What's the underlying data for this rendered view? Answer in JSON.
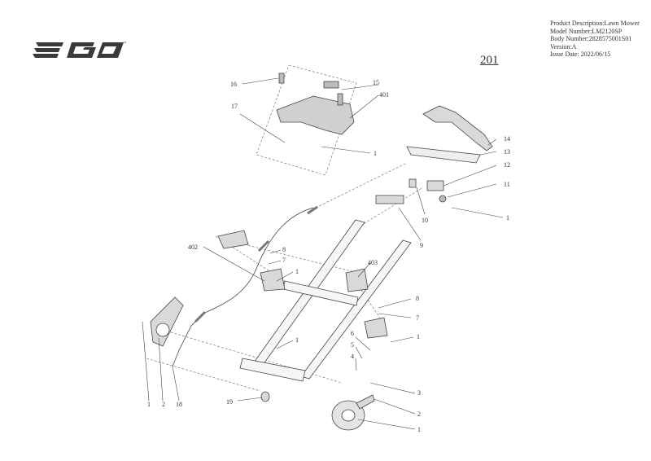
{
  "logo": {
    "text": "EGO",
    "trademark": "™"
  },
  "meta": {
    "product_description": "Product Description:Lawn Mower",
    "model_number": "Model Number:LM2120SP",
    "body_number": "Body Number:2828575001S01",
    "version": "Version:A",
    "issue_date": "Issue Date: 2022/06/15"
  },
  "sheet_number": "201",
  "callouts": {
    "c16": "16",
    "c15": "15",
    "c401": "401",
    "c17": "17",
    "c1_top": "1",
    "c14": "14",
    "c13": "13",
    "c12": "12",
    "c11": "11",
    "c1_right": "1",
    "c10": "10",
    "c9": "9",
    "c402": "402",
    "c8_left": "8",
    "c7_left": "7",
    "c1_mid": "1",
    "c403": "403",
    "c8_right": "8",
    "c7_right": "7",
    "c1_right2": "1",
    "c6": "6",
    "c5": "5",
    "c4": "4",
    "c1_center": "1",
    "c3": "3",
    "c2_right": "2",
    "c1_bottom": "1",
    "c19": "19",
    "c1_far_left": "1",
    "c2_left": "2",
    "c18": "18"
  },
  "colors": {
    "line": "#444444",
    "dash": "#666666",
    "part_fill": "#d9d9d9",
    "dark": "#333333",
    "logo": "#3a3a3a"
  }
}
